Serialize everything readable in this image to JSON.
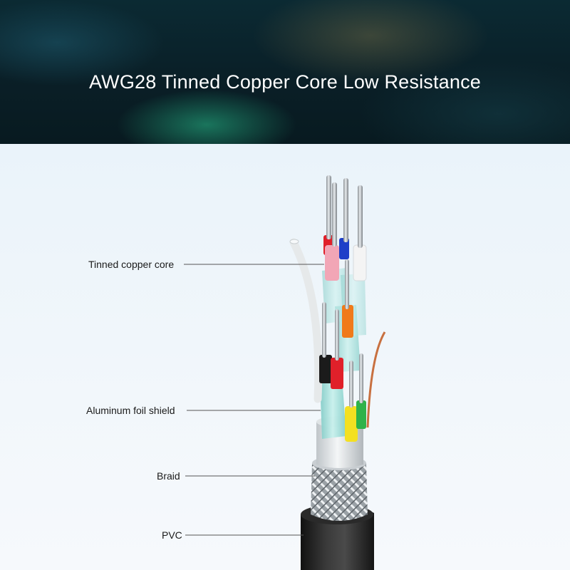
{
  "banner": {
    "title": "AWG28 Tinned Copper Core Low Resistance"
  },
  "labels": {
    "tinned_copper_core": "Tinned copper core",
    "aluminum_foil_shield": "Aluminum foil shield",
    "braid": "Braid",
    "pvc": "PVC"
  },
  "colors": {
    "banner_dark": "#0a1f27",
    "glow_green": "#28be8c",
    "diagram_bg": "#eaf3fa",
    "foil_cyan": "#a8e2de",
    "jacket_black": "#2a2a2a",
    "insulation_red": "#e0202a",
    "insulation_pink": "#f2a6b6",
    "insulation_blue": "#1e3fc8",
    "insulation_orange": "#f07a1a",
    "insulation_yellow": "#f4e021",
    "insulation_green": "#2fb24a",
    "insulation_white": "#f4f4f4",
    "drain_wire": "#c87040"
  }
}
